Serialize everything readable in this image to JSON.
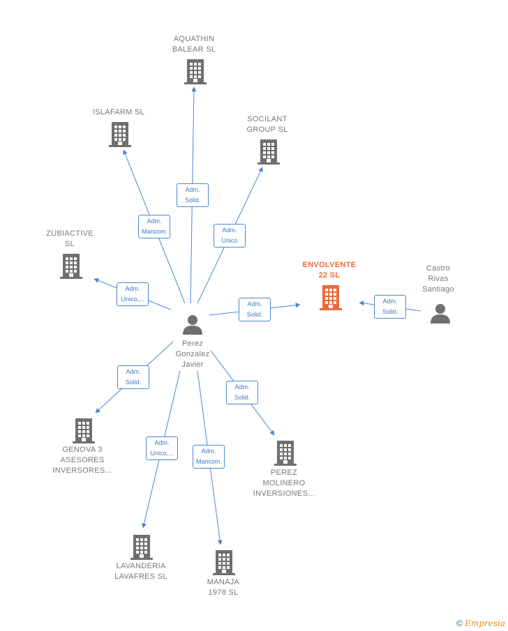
{
  "colors": {
    "edge": "#4a86d4",
    "company": "#6f6f6f",
    "focus_company": "#ec6a3c",
    "person": "#6f6f6f"
  },
  "nodes": [
    {
      "id": "perez",
      "type": "person",
      "label": "Perez\nGonzalez\nJavier"
    },
    {
      "id": "castro",
      "type": "person",
      "label": "Castro\nRivas\nSantiago"
    },
    {
      "id": "envolvente",
      "type": "company",
      "focus": true,
      "label": "ENVOLVENTE\n22 SL"
    },
    {
      "id": "aquathin",
      "type": "company",
      "label": "AQUATHIN\nBALEAR SL"
    },
    {
      "id": "islafarm",
      "type": "company",
      "label": "ISLAFARM SL"
    },
    {
      "id": "socilant",
      "type": "company",
      "label": "SOCILANT\nGROUP SL"
    },
    {
      "id": "zubiactive",
      "type": "company",
      "label": "ZUBIACTIVE\nSL"
    },
    {
      "id": "genova",
      "type": "company",
      "label": "GENOVA 3\nASESORES\nINVERSORES..."
    },
    {
      "id": "perez_molinero",
      "type": "company",
      "label": "PEREZ\nMOLINERO\nINVERSIONES..."
    },
    {
      "id": "lavanderia",
      "type": "company",
      "label": "LAVANDERIA\nLAVAFRES SL"
    },
    {
      "id": "manaja",
      "type": "company",
      "label": "MANAJA\n1978 SL"
    }
  ],
  "edges": [
    {
      "from": "perez",
      "to": "aquathin",
      "label": "Adm.\nSolid."
    },
    {
      "from": "perez",
      "to": "islafarm",
      "label": "Adm.\nMancom."
    },
    {
      "from": "perez",
      "to": "socilant",
      "label": "Adm.\nUnico"
    },
    {
      "from": "perez",
      "to": "zubiactive",
      "label": "Adm.\nUnico,..."
    },
    {
      "from": "perez",
      "to": "envolvente",
      "label": "Adm.\nSolid."
    },
    {
      "from": "castro",
      "to": "envolvente",
      "label": "Adm.\nSolid."
    },
    {
      "from": "perez",
      "to": "genova",
      "label": "Adm.\nSolid."
    },
    {
      "from": "perez",
      "to": "perez_molinero",
      "label": "Adm.\nSolid."
    },
    {
      "from": "perez",
      "to": "lavanderia",
      "label": "Adm.\nUnico,..."
    },
    {
      "from": "perez",
      "to": "manaja",
      "label": "Adm.\nMancom."
    }
  ],
  "footer": {
    "copyright": "©",
    "brand": "Empresia"
  }
}
